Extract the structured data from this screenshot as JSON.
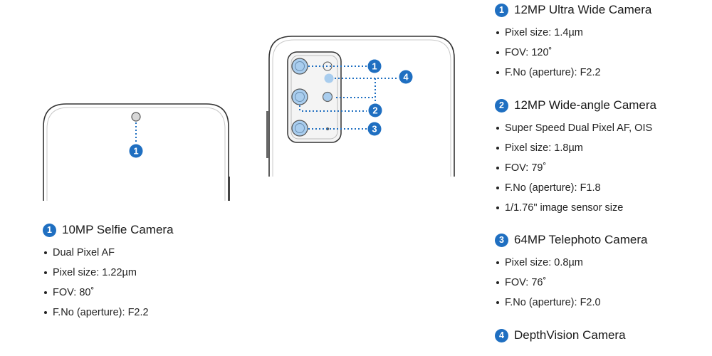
{
  "colors": {
    "accent": "#1f6fc1",
    "lens_light": "#a9cdee",
    "outline": "#333333"
  },
  "diagram": {
    "front_markers": [
      "1"
    ],
    "rear_markers": [
      "1",
      "2",
      "3",
      "4"
    ]
  },
  "front_camera": {
    "number": "1",
    "title": "10MP Selfie Camera",
    "specs": [
      "Dual Pixel AF",
      "Pixel size: 1.22µm",
      "FOV: 80˚",
      "F.No (aperture): F2.2"
    ]
  },
  "rear_cameras": [
    {
      "number": "1",
      "title": "12MP Ultra Wide Camera",
      "specs": [
        "Pixel size: 1.4µm",
        "FOV: 120˚",
        "F.No (aperture): F2.2"
      ]
    },
    {
      "number": "2",
      "title": "12MP Wide-angle Camera",
      "specs": [
        "Super Speed Dual Pixel AF, OIS",
        "Pixel size: 1.8µm",
        "FOV: 79˚",
        "F.No (aperture): F1.8",
        "1/1.76\" image sensor size"
      ]
    },
    {
      "number": "3",
      "title": "64MP Telephoto Camera",
      "specs": [
        "Pixel size: 0.8µm",
        "FOV: 76˚",
        "F.No (aperture): F2.0"
      ]
    },
    {
      "number": "4",
      "title": "DepthVision Camera",
      "specs": []
    }
  ]
}
